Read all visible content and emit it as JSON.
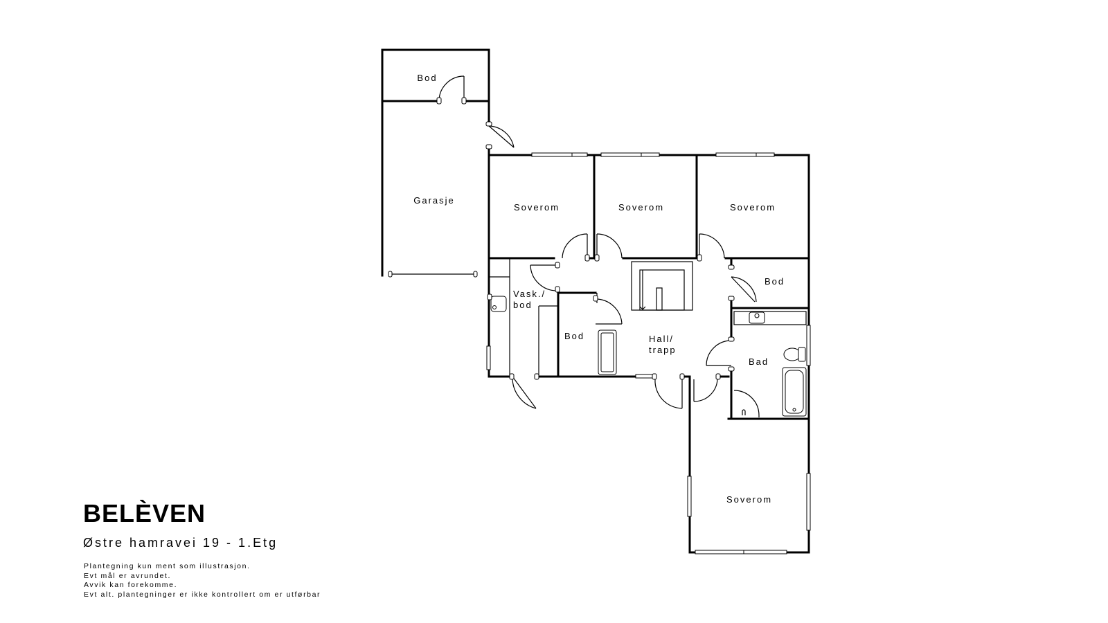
{
  "brand": "BELÈVEN",
  "subtitle": "Østre hamravei 19 - 1.Etg",
  "notes": [
    "Plantegning kun ment som illustrasjon.",
    "Evt mål er avrundet.",
    "Avvik kan forekomme.",
    "Evt alt. plantegninger er ikke kontrollert om er utførbar"
  ],
  "rooms": {
    "bod_top": "Bod",
    "garasje": "Garasje",
    "soverom_1": "Soverom",
    "soverom_2": "Soverom",
    "soverom_3": "Soverom",
    "bod_right": "Bod",
    "vask_line1": "Vask./",
    "vask_line2": "bod",
    "bod_middle": "Bod",
    "hall_line1": "Hall/",
    "hall_line2": "trapp",
    "bad": "Bad",
    "soverom_4": "Soverom"
  }
}
